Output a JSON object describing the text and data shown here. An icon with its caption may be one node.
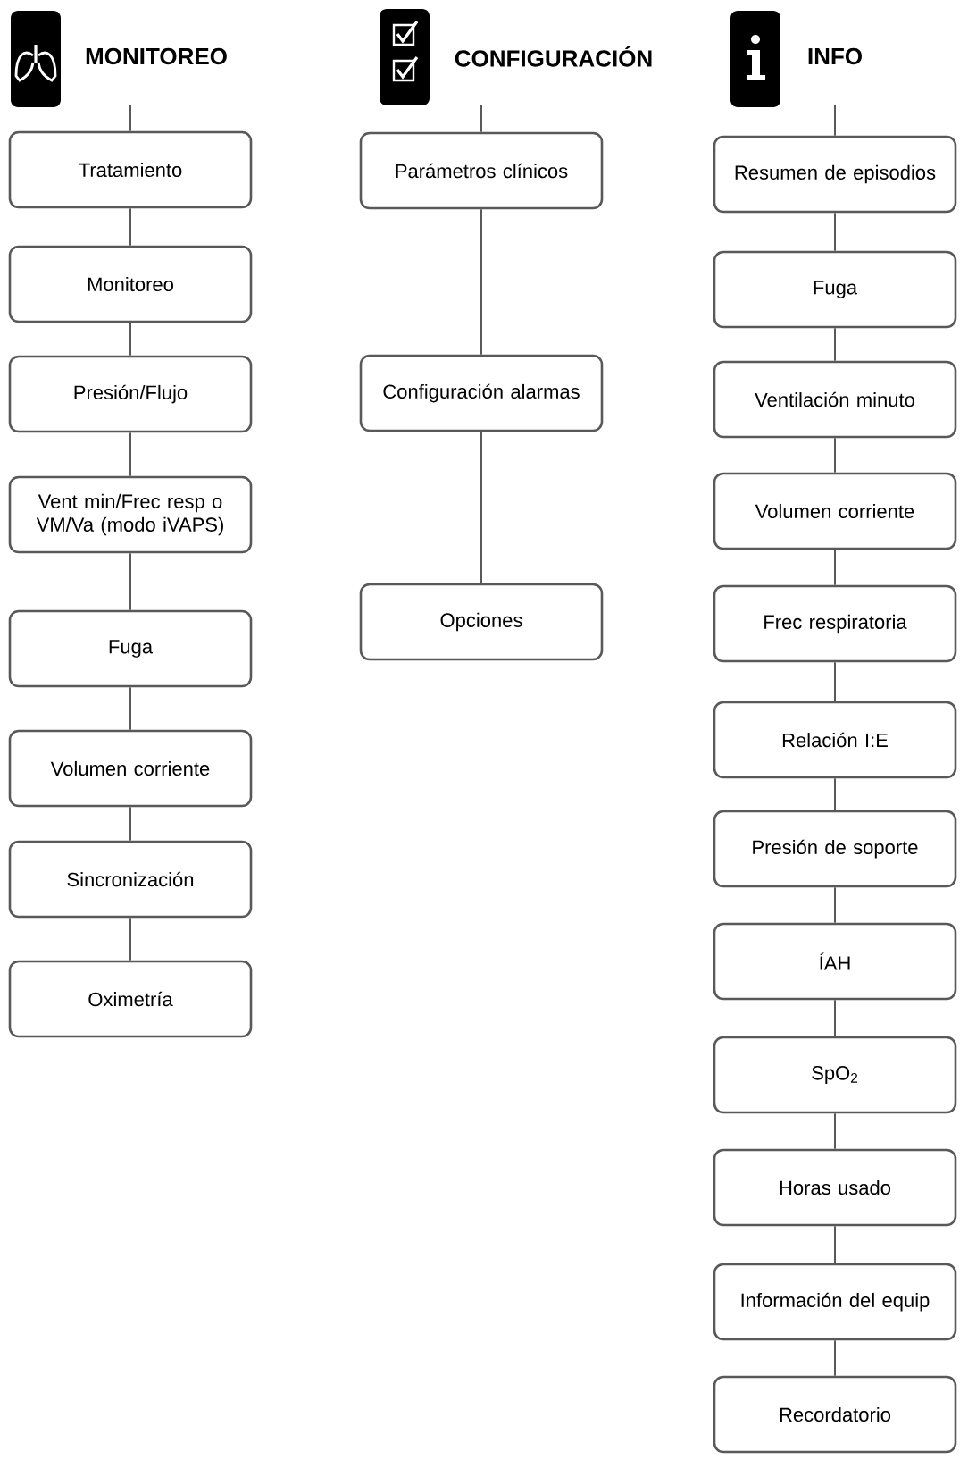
{
  "diagram": {
    "nodes": [
      {
        "text": [
          "MONITOREO"
        ]
      },
      {
        "text": [
          "Tratamiento"
        ]
      },
      {
        "text": [
          "Monitoreo"
        ]
      },
      {
        "text": [
          "Presión/Flujo"
        ]
      },
      {
        "text": [
          "Vent min/Frec resp o VM/Va (modo iVAPS)"
        ]
      },
      {
        "text": [
          "Fuga"
        ]
      },
      {
        "text": [
          "Volumen corriente"
        ]
      },
      {
        "text": [
          "Sincronización"
        ]
      },
      {
        "text": [
          "Oximetría"
        ]
      },
      {
        "text": [
          "CONFIGURACIÓN"
        ]
      },
      {
        "text": [
          "Parámetros clínicos"
        ]
      },
      {
        "text": [
          "Configuración alarmas"
        ]
      },
      {
        "text": [
          "Opciones"
        ]
      },
      {
        "text": [
          "INFO"
        ]
      },
      {
        "text": [
          "Resumen de episodios"
        ]
      },
      {
        "text": [
          "Fuga"
        ]
      },
      {
        "text": [
          "Ventilación minuto"
        ]
      },
      {
        "text": [
          "Volumen corriente"
        ]
      },
      {
        "text": [
          "Frec respiratoria"
        ]
      },
      {
        "text": [
          "Relación I:E"
        ]
      },
      {
        "text": [
          "Presión de soporte"
        ]
      },
      {
        "text": [
          "ÍAH"
        ]
      },
      {
        "text": [
          "SpO$_{2}$"
        ]
      },
      {
        "text": [
          "Horas usado"
        ]
      },
      {
        "text": [
          "Información del equip"
        ]
      },
      {
        "text": [
          "Recordatorio"
        ]
      }
    ],
    "edges": [
      {
        "from": 0,
        "to": 1,
        "arrow": "none"
      },
      {
        "from": 1,
        "to": 2,
        "arrow": "none"
      },
      {
        "from": 2,
        "to": 3,
        "arrow": "none"
      },
      {
        "from": 3,
        "to": 4,
        "arrow": "none"
      },
      {
        "from": 4,
        "to": 5,
        "arrow": "none"
      },
      {
        "from": 5,
        "to": 6,
        "arrow": "none"
      },
      {
        "from": 6,
        "to": 7,
        "arrow": "none"
      },
      {
        "from": 7,
        "to": 8,
        "arrow": "none"
      },
      {
        "from": 9,
        "to": 10,
        "arrow": "none"
      },
      {
        "from": 10,
        "to": 11,
        "arrow": "none"
      },
      {
        "from": 11,
        "to": 12,
        "arrow": "none"
      },
      {
        "from": 13,
        "to": 14,
        "arrow": "none"
      },
      {
        "from": 14,
        "to": 15,
        "arrow": "none"
      },
      {
        "from": 15,
        "to": 16,
        "arrow": "none"
      },
      {
        "from": 16,
        "to": 17,
        "arrow": "none"
      },
      {
        "from": 17,
        "to": 18,
        "arrow": "none"
      },
      {
        "from": 18,
        "to": 19,
        "arrow": "none"
      },
      {
        "from": 19,
        "to": 20,
        "arrow": "none"
      },
      {
        "from": 20,
        "to": 21,
        "arrow": "none"
      },
      {
        "from": 21,
        "to": 22,
        "arrow": "none"
      },
      {
        "from": 22,
        "to": 23,
        "arrow": "none"
      },
      {
        "from": 23,
        "to": 24,
        "arrow": "none"
      },
      {
        "from": 24,
        "to": 25,
        "arrow": "none"
      }
    ]
  }
}
